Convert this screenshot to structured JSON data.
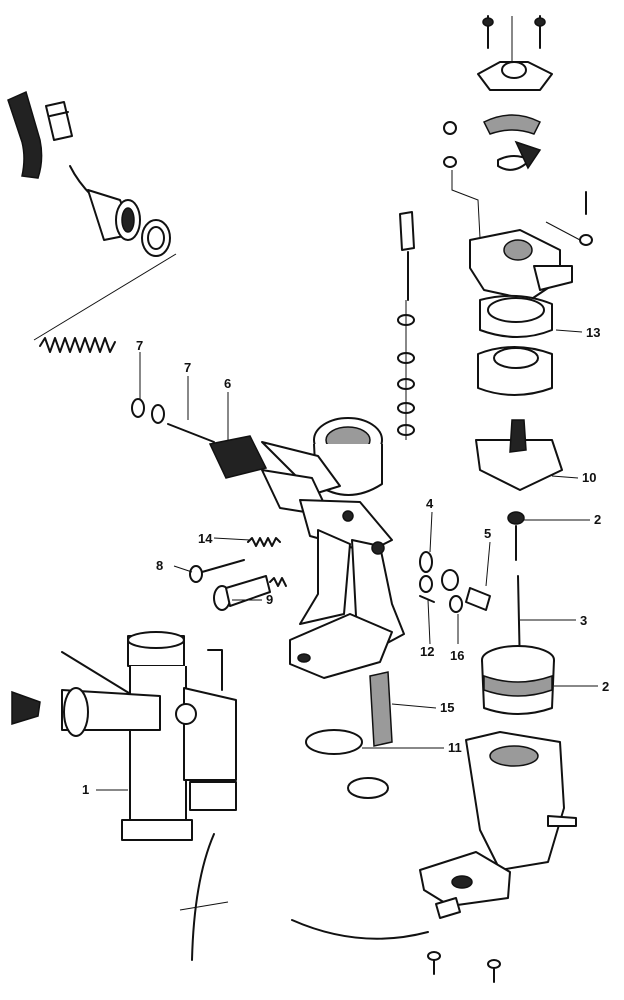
{
  "callouts": [
    {
      "id": "c1",
      "label": "1"
    },
    {
      "id": "c2a",
      "label": "2"
    },
    {
      "id": "c2b",
      "label": "2"
    },
    {
      "id": "c3",
      "label": "3"
    },
    {
      "id": "c4",
      "label": "4"
    },
    {
      "id": "c5",
      "label": "5"
    },
    {
      "id": "c6",
      "label": "6"
    },
    {
      "id": "c7a",
      "label": "7"
    },
    {
      "id": "c7b",
      "label": "7"
    },
    {
      "id": "c8",
      "label": "8"
    },
    {
      "id": "c9",
      "label": "9"
    },
    {
      "id": "c10",
      "label": "10"
    },
    {
      "id": "c11",
      "label": "11"
    },
    {
      "id": "c12",
      "label": "12"
    },
    {
      "id": "c13",
      "label": "13"
    },
    {
      "id": "c14",
      "label": "14"
    },
    {
      "id": "c15",
      "label": "15"
    },
    {
      "id": "c16",
      "label": "16"
    }
  ],
  "colors": {
    "ink": "#111111",
    "paper": "#ffffff"
  }
}
